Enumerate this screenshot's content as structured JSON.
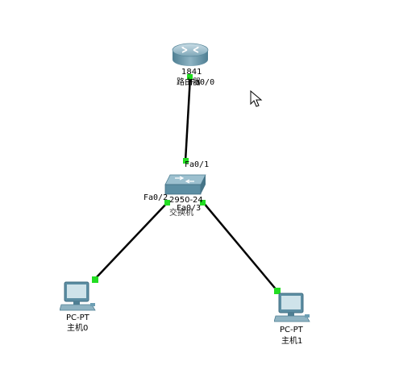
{
  "devices": {
    "router": {
      "model": "1841",
      "name": "路由器",
      "icon": "router-icon"
    },
    "switch": {
      "model": "2950-24",
      "name": "交换机",
      "icon": "switch-icon"
    },
    "pc0": {
      "model": "PC-PT",
      "name": "主机0",
      "icon": "pc-icon"
    },
    "pc1": {
      "model": "PC-PT",
      "name": "主机1",
      "icon": "pc-icon"
    }
  },
  "ports": {
    "router_fa00": "Fa0/0",
    "switch_fa01": "Fa0/1",
    "switch_fa02": "Fa0/2",
    "switch_fa03": "Fa0/3"
  },
  "colors": {
    "link": "#000000",
    "port_up": "#22dd22",
    "device_body": "#6d9eb3"
  }
}
